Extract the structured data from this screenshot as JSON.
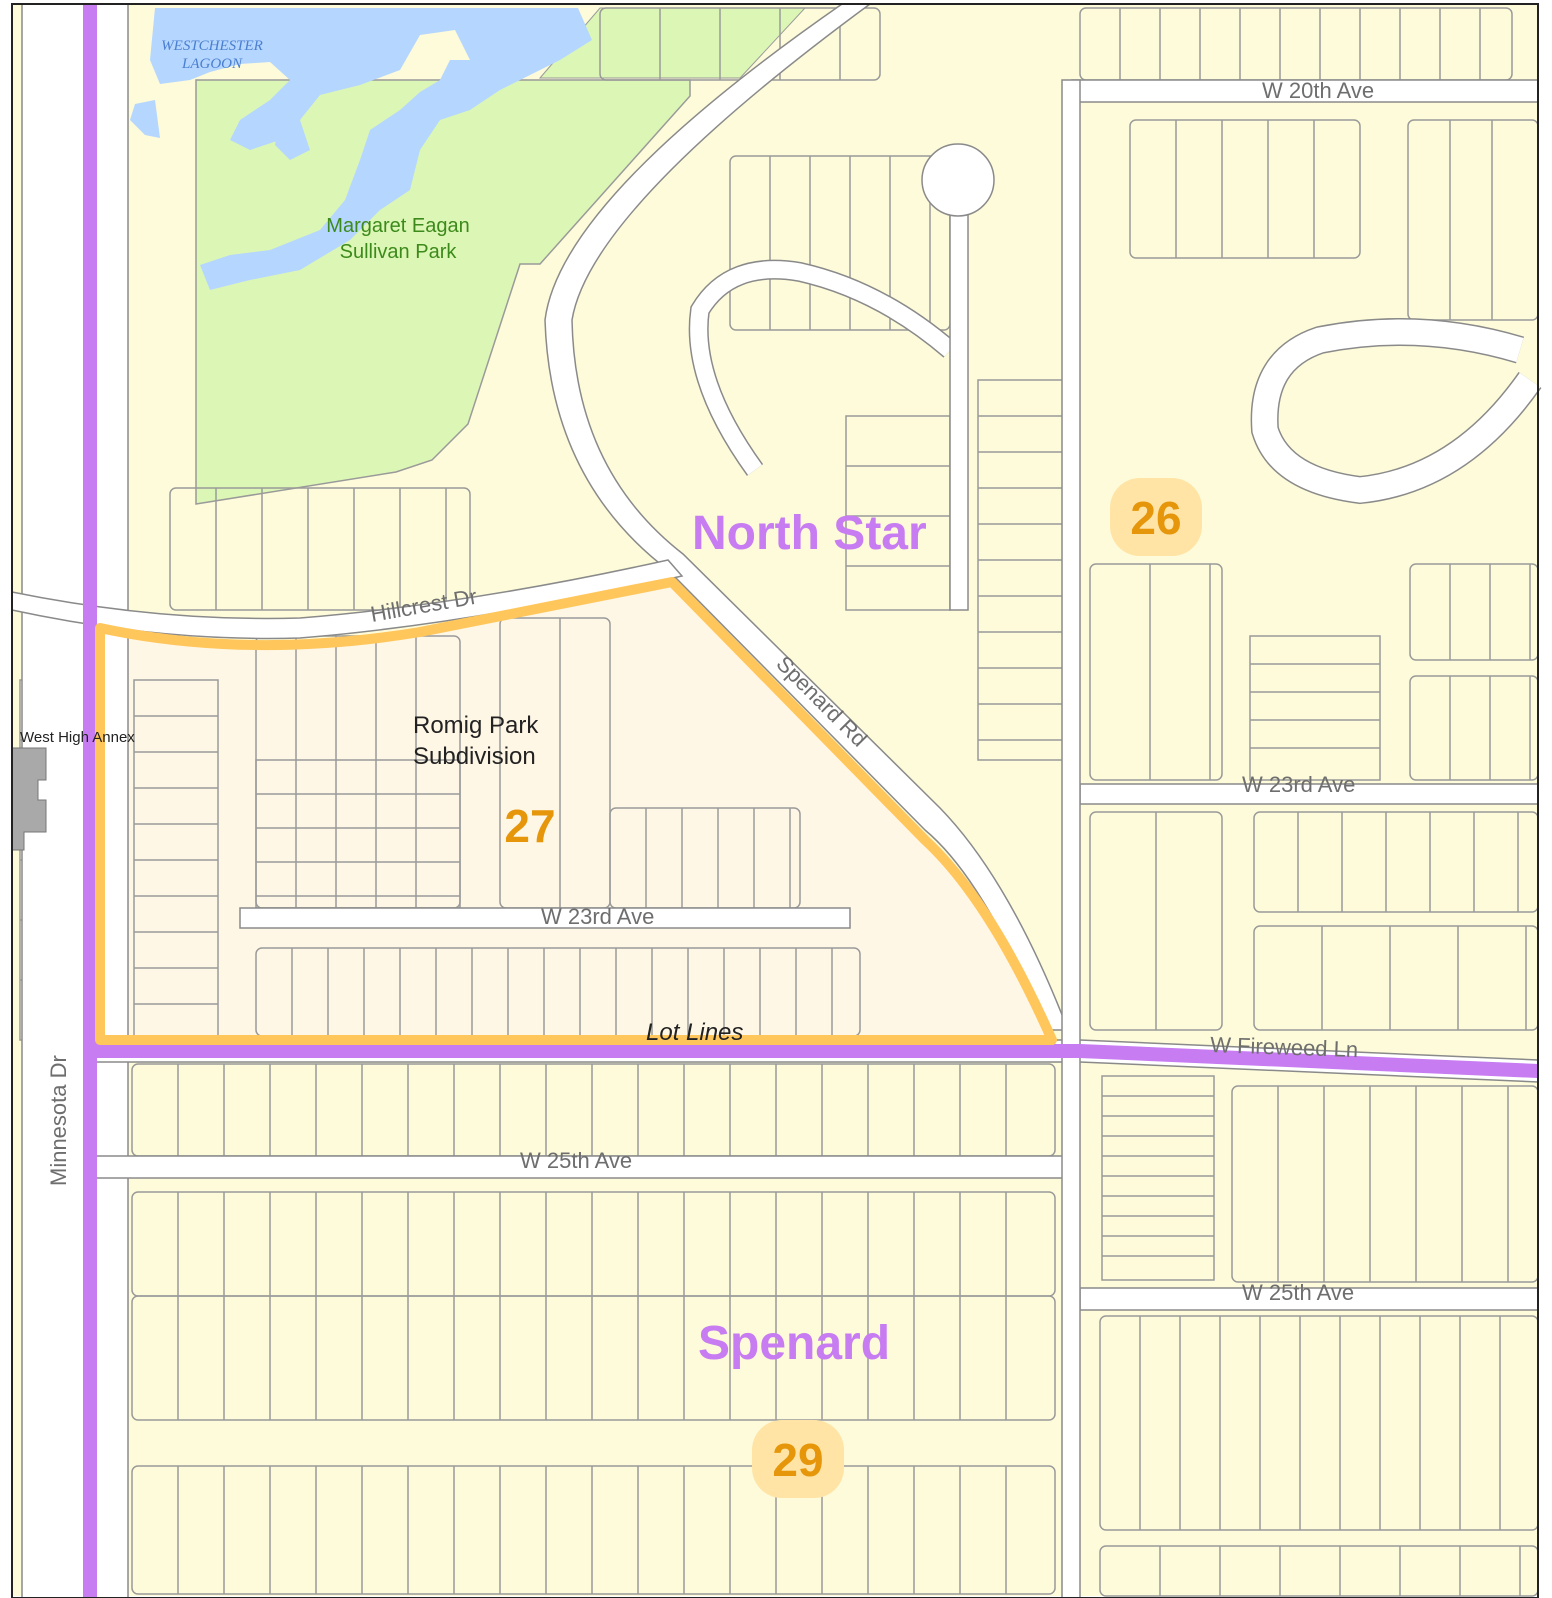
{
  "map": {
    "colors": {
      "parcel_fill": "#fdfbd9",
      "study_area_fill": "#fff7e6",
      "study_parcel_fill": "#fff2cc",
      "park_green": "#dcf7b5",
      "water_blue": "#b5d6ff",
      "boundary_purple": "#c77cf2",
      "study_outline_orange": "#ffc65c",
      "label_orange": "#e6960a",
      "badge_fill": "#ffe4a6",
      "community_label_purple": "#c77cf2",
      "street_label_gray": "#6e6e6e",
      "park_label_green": "#3d8a1c",
      "water_label_blue": "#4a7fd0",
      "lot_line_gray": "#9a9a9a"
    },
    "community_councils": [
      {
        "id": "north-star",
        "label": "North Star"
      },
      {
        "id": "spenard",
        "label": "Spenard"
      }
    ],
    "area_numbers": [
      {
        "id": "26",
        "label": "26"
      },
      {
        "id": "27",
        "label": "27"
      },
      {
        "id": "29",
        "label": "29"
      }
    ],
    "streets": [
      {
        "id": "w-20th-ave",
        "label": "W 20th Ave"
      },
      {
        "id": "hillcrest-dr",
        "label": "Hillcrest Dr"
      },
      {
        "id": "spenard-rd",
        "label": "Spenard Rd"
      },
      {
        "id": "w-23rd-ave-east",
        "label": "W 23rd Ave"
      },
      {
        "id": "w-23rd-ave-west",
        "label": "W 23rd Ave"
      },
      {
        "id": "w-fireweed-ln",
        "label": "W Fireweed Ln"
      },
      {
        "id": "w-25th-ave-west",
        "label": "W 25th Ave"
      },
      {
        "id": "w-25th-ave-east",
        "label": "W 25th Ave"
      },
      {
        "id": "minnesota-dr",
        "label": "Minnesota Dr"
      }
    ],
    "features": {
      "lagoon": {
        "line1": "WESTCHESTER",
        "line2": "LAGOON"
      },
      "park": {
        "line1": "Margaret Eagan",
        "line2": "Sullivan Park"
      },
      "subdivision": {
        "line1": "Romig Park",
        "line2": "Subdivision"
      },
      "school": "West High Annex"
    },
    "annotations": {
      "lot_lines": "Lot Lines"
    }
  }
}
